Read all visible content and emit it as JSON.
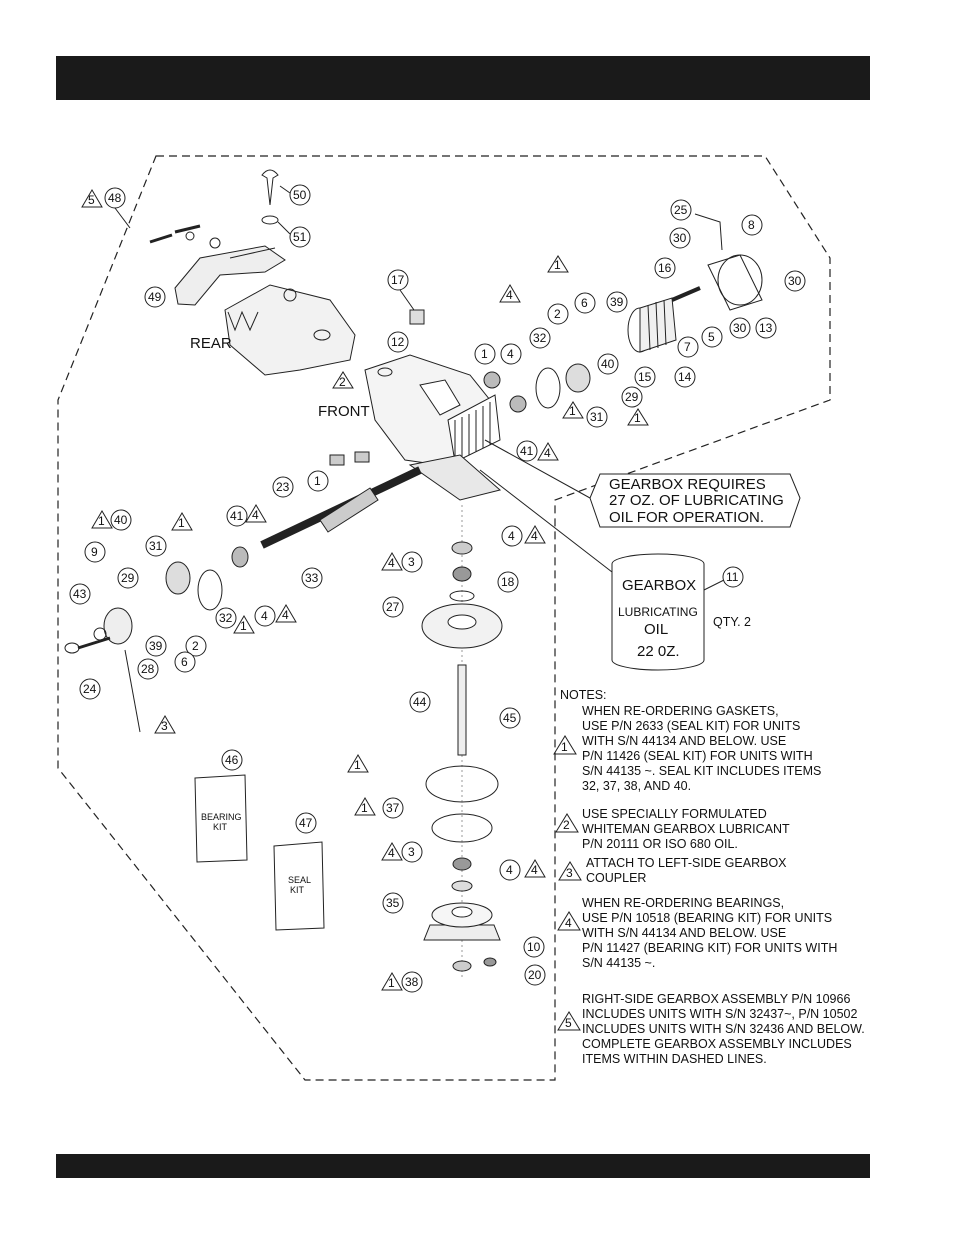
{
  "labels": {
    "rear": "REAR",
    "front": "FRONT",
    "qty": "QTY. 2"
  },
  "can": {
    "line1": "GEARBOX",
    "line2": "LUBRICATING",
    "line3": "OIL",
    "line4": "22 0Z."
  },
  "callout": {
    "line1": "GEARBOX REQUIRES",
    "line2": "27 OZ. OF LUBRICATING",
    "line3": "OIL FOR OPERATION."
  },
  "bags": {
    "bearing_line1": "BEARING",
    "bearing_line2": "KIT",
    "seal_line1": "SEAL",
    "seal_line2": "KIT"
  },
  "notes": {
    "header": "NOTES:",
    "note1": {
      "flag": "1",
      "lines": [
        "WHEN RE-ORDERING GASKETS,",
        "USE P/N 2633 (SEAL KIT) FOR UNITS",
        "WITH S/N 44134 AND BELOW. USE",
        "P/N 11426 (SEAL KIT) FOR UNITS WITH",
        "S/N 44135 ~. SEAL KIT INCLUDES  ITEMS",
        "32, 37, 38, AND 40."
      ]
    },
    "note2": {
      "flag": "2",
      "lines": [
        "USE SPECIALLY FORMULATED",
        "WHITEMAN GEARBOX LUBRICANT",
        "P/N 20111 OR ISO 680 OIL."
      ]
    },
    "note3": {
      "flag": "3",
      "lines": [
        "ATTACH TO LEFT-SIDE GEARBOX",
        "COUPLER"
      ]
    },
    "note4": {
      "flag": "4",
      "lines": [
        "WHEN RE-ORDERING BEARINGS,",
        "USE P/N 10518 (BEARING KIT) FOR UNITS",
        "WITH S/N 44134 AND BELOW. USE",
        "P/N 11427 (BEARING KIT) FOR UNITS WITH",
        "S/N 44135 ~."
      ]
    },
    "note5": {
      "flag": "5",
      "lines": [
        "RIGHT-SIDE GEARBOX ASSEMBLY P/N 10966",
        "INCLUDES UNITS WITH S/N 32437~, P/N 10502",
        "INCLUDES UNITS WITH S/N 32436 AND BELOW.",
        "COMPLETE GEARBOX ASSEMBLY INCLUDES",
        "ITEMS WITHIN DASHED LINES."
      ]
    }
  },
  "callouts": [
    {
      "n": "48",
      "flag": "5"
    },
    {
      "n": "50"
    },
    {
      "n": "51"
    },
    {
      "n": "49"
    },
    {
      "n": "17"
    },
    {
      "n": "12"
    },
    {
      "n": "2",
      "flagOnly": true
    },
    {
      "n": "1"
    },
    {
      "n": "4"
    },
    {
      "n": "32"
    },
    {
      "n": "2"
    },
    {
      "n": "6"
    },
    {
      "n": "39"
    },
    {
      "n": "40"
    },
    {
      "n": "29"
    },
    {
      "n": "31"
    },
    {
      "n": "15"
    },
    {
      "n": "14"
    },
    {
      "n": "16"
    },
    {
      "n": "7"
    },
    {
      "n": "5"
    },
    {
      "n": "30"
    },
    {
      "n": "13"
    },
    {
      "n": "25"
    },
    {
      "n": "8"
    },
    {
      "n": "41"
    },
    {
      "n": "23"
    },
    {
      "n": "33"
    },
    {
      "n": "3"
    },
    {
      "n": "18"
    },
    {
      "n": "27"
    },
    {
      "n": "11"
    },
    {
      "n": "44"
    },
    {
      "n": "45"
    },
    {
      "n": "37"
    },
    {
      "n": "35"
    },
    {
      "n": "10"
    },
    {
      "n": "20"
    },
    {
      "n": "38"
    },
    {
      "n": "46"
    },
    {
      "n": "47"
    },
    {
      "n": "9"
    },
    {
      "n": "43"
    },
    {
      "n": "24"
    },
    {
      "n": "28"
    }
  ]
}
